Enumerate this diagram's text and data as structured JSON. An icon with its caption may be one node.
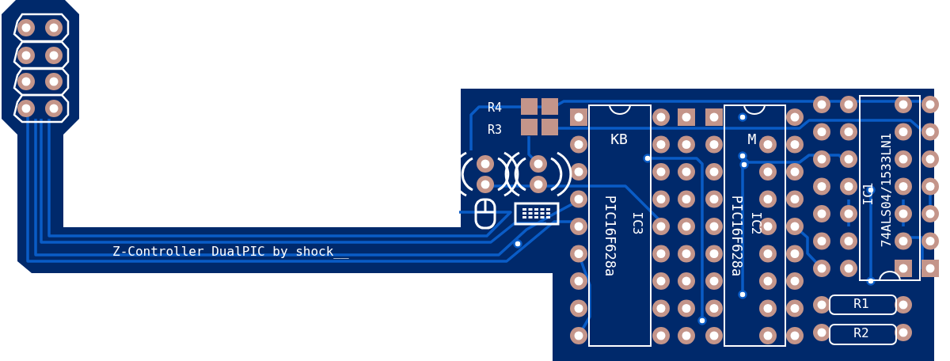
{
  "diagram": {
    "nodes": [
      {
        "text": [
          "KB",
          "PIC16F628a",
          "IC3"
        ]
      },
      {
        "text": [
          "M",
          "PIC16F628a",
          "IC2"
        ]
      },
      {
        "text": [
          "IC1",
          "74ALS04/1533LN1"
        ]
      },
      {
        "text": [
          "R1"
        ]
      },
      {
        "text": [
          "R2"
        ]
      }
    ],
    "edges": [],
    "labels": [
      "R4",
      "R3",
      "Z-Controller DualPIC by shock__"
    ]
  }
}
